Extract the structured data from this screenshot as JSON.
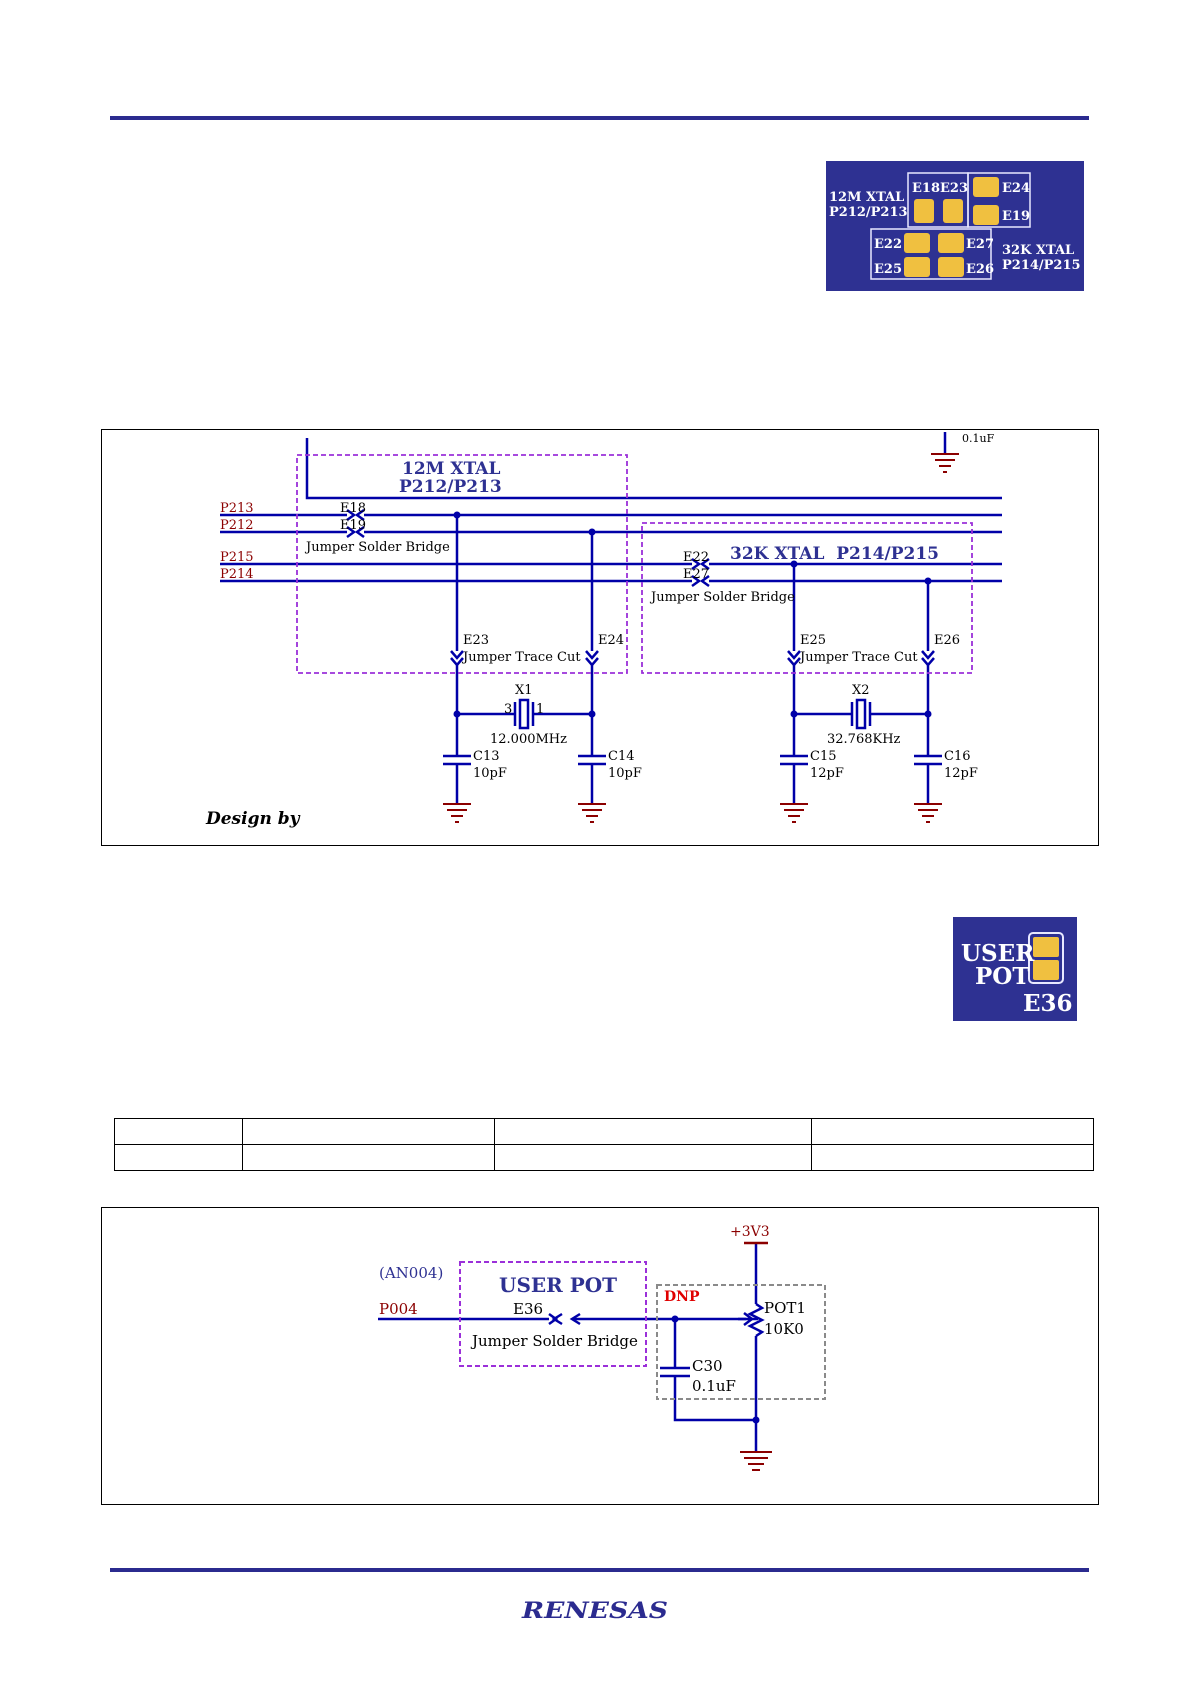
{
  "xtal_photo": {
    "label_12m": [
      "12M XTAL",
      "P212/P213"
    ],
    "label_32k": [
      "32K XTAL",
      "P214/P215"
    ],
    "pads": [
      "E18",
      "E23",
      "E24",
      "E19",
      "E22",
      "E27",
      "E25",
      "E26"
    ]
  },
  "xtal_schematic": {
    "group_12m_title": [
      "12M XTAL",
      "P212/P213"
    ],
    "group_32k_title": "32K XTAL  P214/P215",
    "partial_top_label": "0.1uF",
    "nets": [
      "P213",
      "P212",
      "P215",
      "P214"
    ],
    "bridges": [
      "E18",
      "E19",
      "E22",
      "E27"
    ],
    "bridge_caption": "Jumper Solder Bridge",
    "trace_cuts": [
      "E23",
      "E24",
      "E25",
      "E26"
    ],
    "trace_cut_caption": "Jumper Trace Cut",
    "crystals": [
      {
        "ref": "X1",
        "value": "12.000MHz",
        "pin_left": "3",
        "pin_right": "1"
      },
      {
        "ref": "X2",
        "value": "32.768KHz"
      }
    ],
    "capacitors": [
      {
        "ref": "C13",
        "value": "10pF"
      },
      {
        "ref": "C14",
        "value": "10pF"
      },
      {
        "ref": "C15",
        "value": "12pF"
      },
      {
        "ref": "C16",
        "value": "12pF"
      }
    ],
    "design_by": "Design by"
  },
  "pot_photo": {
    "line1": "USER",
    "line2": "POT",
    "pad": "E36"
  },
  "table": {
    "rows": [
      [
        "",
        "",
        "",
        ""
      ],
      [
        "",
        "",
        "",
        ""
      ]
    ]
  },
  "pot_schematic": {
    "supply": "+3V3",
    "analog_label": "(AN004)",
    "group_title": "USER POT",
    "net": "P004",
    "bridge": "E36",
    "bridge_caption": "Jumper Solder Bridge",
    "dnp": "DNP",
    "pot_ref": "POT1",
    "pot_value": "10K0",
    "cap_ref": "C30",
    "cap_value": "0.1uF"
  },
  "footer": {
    "logo": "RENESAS"
  },
  "colors": {
    "rule": "#2b2b8f",
    "wire": "#0000a8",
    "net": "#8b0000",
    "group": "#9b30d9",
    "board": "#2e3192",
    "pad": "#f0c040"
  }
}
